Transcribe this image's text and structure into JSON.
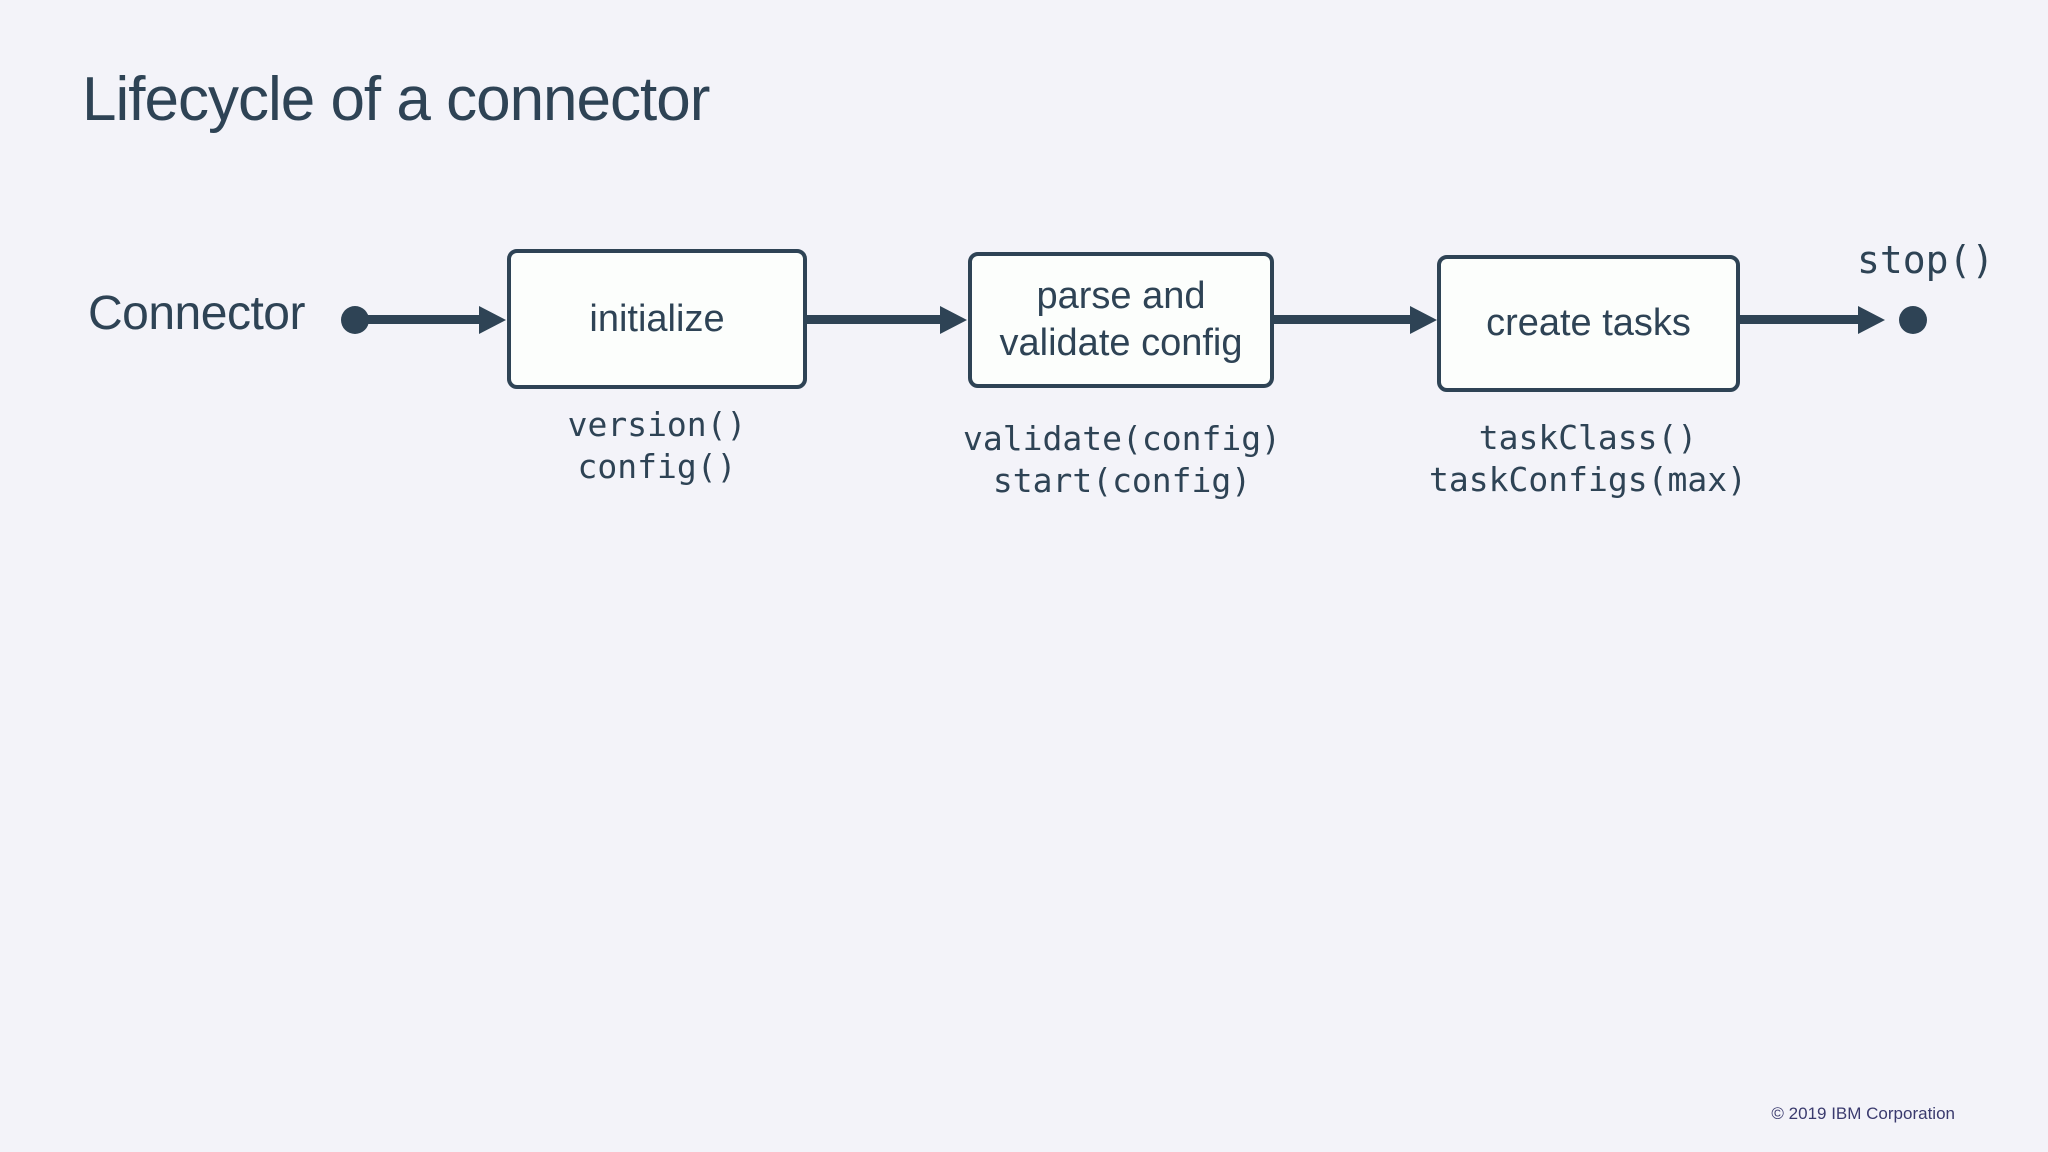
{
  "slide": {
    "title": "Lifecycle of a connector",
    "footer": "© 2019 IBM Corporation"
  },
  "diagram": {
    "start_label": "Connector",
    "end_label": "stop()",
    "steps": [
      {
        "label": "initialize",
        "methods": [
          "version()",
          "config()"
        ]
      },
      {
        "label": "parse and validate config",
        "methods": [
          "validate(config)",
          "start(config)"
        ]
      },
      {
        "label": "create tasks",
        "methods": [
          "taskClass()",
          "taskConfigs(max)"
        ]
      }
    ]
  },
  "colors": {
    "ink": "#2e4355",
    "box_fill": "#fcfefc",
    "background": "#f3f3f9",
    "footer_text": "#3a3a6e"
  }
}
